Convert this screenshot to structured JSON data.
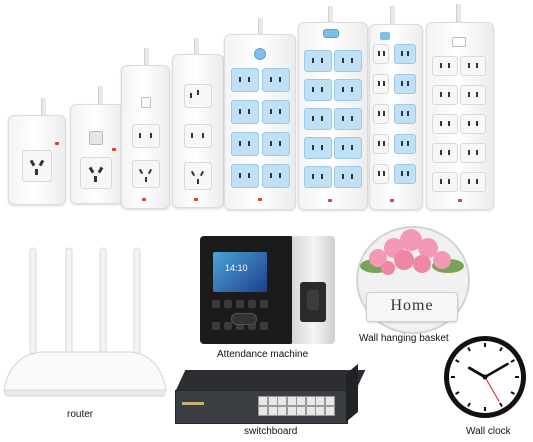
{
  "products": {
    "power_strips_count": 8,
    "captions": {
      "attendance_machine": "Attendance machine",
      "wall_basket": "Wall hanging basket",
      "router": "router",
      "switchboard": "switchboard",
      "wall_clock": "Wall clock"
    },
    "basket_sign": "Home",
    "attendance_screen_time": "14:10",
    "colors": {
      "socket_blue": "#bfe0f5",
      "indicator_red": "#e23a2b",
      "machine_black": "#1b1b1b",
      "switch_body": "#3a3d42",
      "flowers_pink": "#f29ab5"
    }
  }
}
